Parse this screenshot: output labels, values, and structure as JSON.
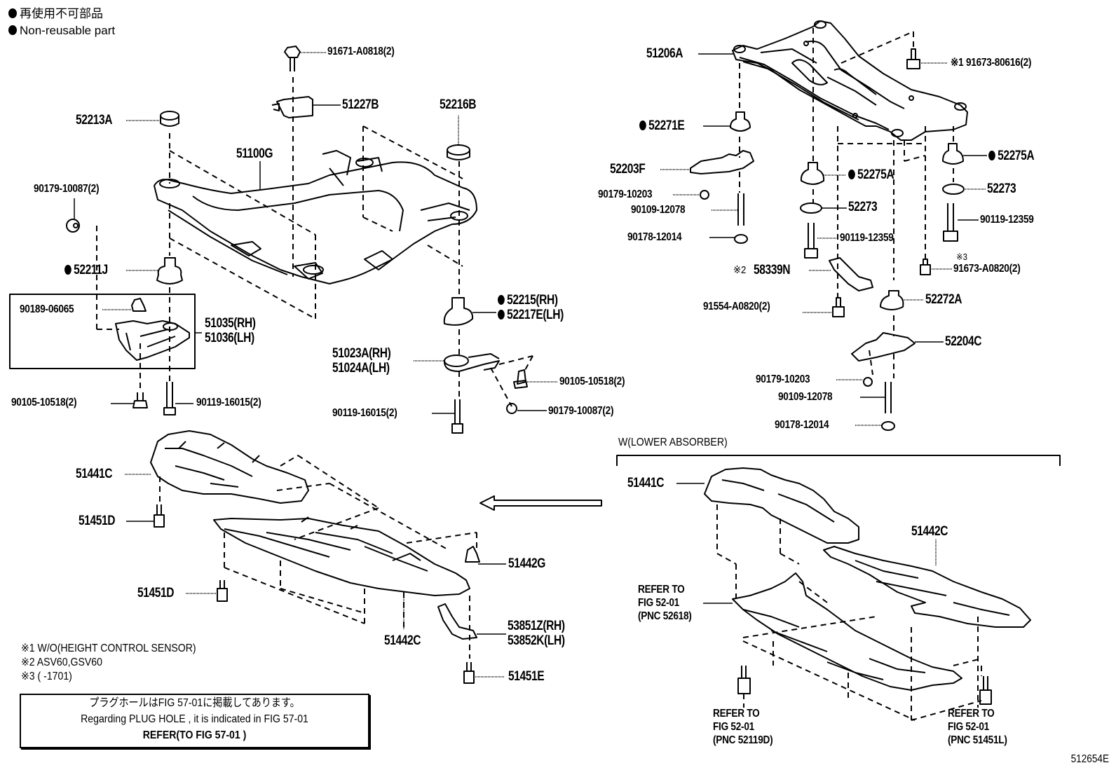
{
  "legend": {
    "items": [
      {
        "icon": "filled-circle",
        "text": "再使用不可部品"
      },
      {
        "icon": "filled-circle",
        "text": "Non-reusable part"
      }
    ]
  },
  "parts": {
    "p91671_A0818": "91671-A0818(2)",
    "p51227B": "51227B",
    "p52213A": "52213A",
    "p52216B": "52216B",
    "p51100G": "51100G",
    "p90179_10087_l": "90179-10087(2)",
    "p52211J": "52211J",
    "p90189_06065": "90189-06065",
    "p51035": "51035(RH)",
    "p51036": "51036(LH)",
    "p90105_10518_l": "90105-10518(2)",
    "p90119_16015_l": "90119-16015(2)",
    "p52215": "52215(RH)",
    "p52217E": "52217E(LH)",
    "p51023A": "51023A(RH)",
    "p51024A": "51024A(LH)",
    "p90105_10518_r": "90105-10518(2)",
    "p90119_16015_r": "90119-16015(2)",
    "p90179_10087_r": "90179-10087(2)",
    "p51206A": "51206A",
    "p91673_80616": "※1 91673-80616(2)",
    "p52271E": "52271E",
    "p52203F": "52203F",
    "p90179_10203_a": "90179-10203",
    "p90109_12078_a": "90109-12078",
    "p90178_12014_a": "90178-12014",
    "p52275A_mid": "52275A",
    "p52273_mid": "52273",
    "p90119_12359_mid": "90119-12359",
    "p52275A_right": "52275A",
    "p52273_right": "52273",
    "p90119_12359_right": "90119-12359",
    "p91673_A0820_mark": "※3",
    "p91673_A0820": "91673-A0820(2)",
    "p58339N_mark": "※2",
    "p58339N": "58339N",
    "p91554_A0820": "91554-A0820(2)",
    "p52272A": "52272A",
    "p52204C": "52204C",
    "p90179_10203_b": "90179-10203",
    "p90109_12078_b": "90109-12078",
    "p90178_12014_b": "90178-12014",
    "p51441C_l": "51441C",
    "p51451D_a": "51451D",
    "p51451D_b": "51451D",
    "p51442G": "51442G",
    "p51442C_l": "51442C",
    "p53851Z": "53851Z(RH)",
    "p53852K": "53852K(LH)",
    "p51451E": "51451E",
    "p51441C_r": "51441C",
    "p51442C_r": "51442C"
  },
  "lower_absorber": {
    "title": "W(LOWER ABSORBER)"
  },
  "refers": [
    {
      "line1": "REFER TO",
      "line2": "FIG 52-01",
      "line3": "(PNC 52618)"
    },
    {
      "line1": "REFER TO",
      "line2": "FIG 52-01",
      "line3": "(PNC 52119D)"
    },
    {
      "line1": "REFER TO",
      "line2": "FIG 52-01",
      "line3": "(PNC 51451L)"
    }
  ],
  "notes": [
    "※1 W/O(HEIGHT CONTROL SENSOR)",
    "※2 ASV60,GSV60",
    "※3 (      -1701)"
  ],
  "plug_box": {
    "line_jp": "プラグホールはFIG 57-01に掲載してあります。",
    "line_en": "Regarding  PLUG  HOLE , it is indicated in FIG  57-01",
    "line_ref": "REFER(TO  FIG 57-01          )"
  },
  "figure_number": "512654E"
}
